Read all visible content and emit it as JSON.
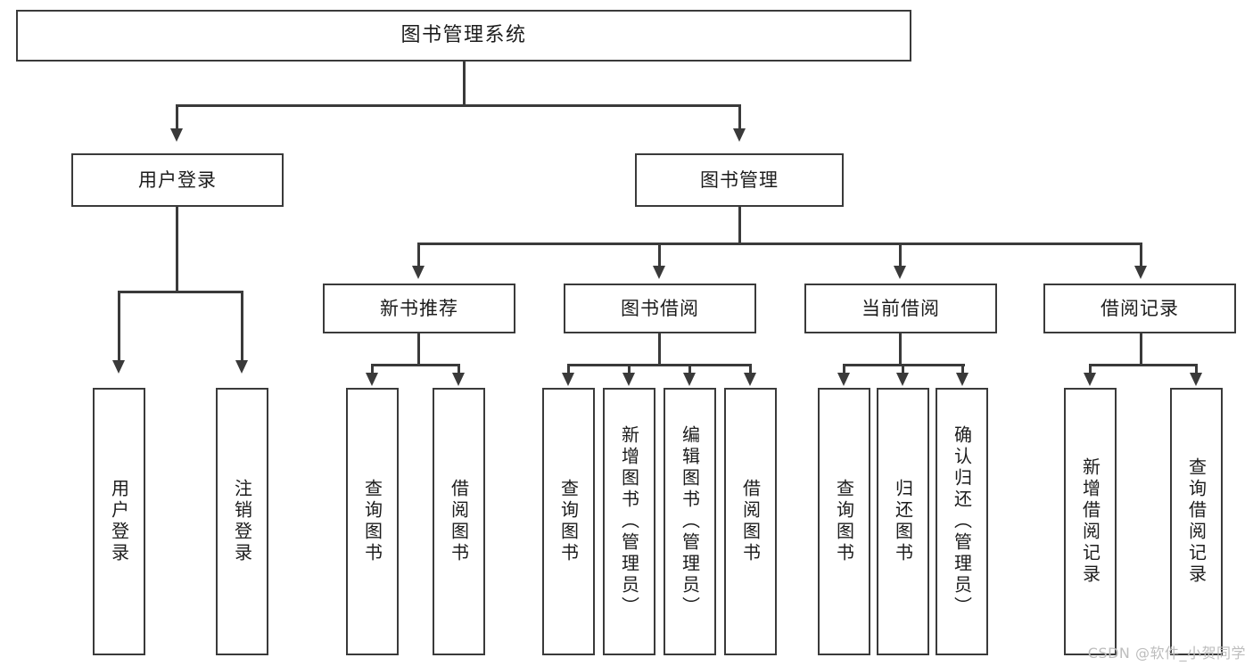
{
  "diagram": {
    "title": "图书管理系统",
    "type": "tree",
    "root": {
      "label": "图书管理系统"
    },
    "level2": [
      {
        "label": "用户登录"
      },
      {
        "label": "图书管理"
      }
    ],
    "level3": [
      {
        "label": "新书推荐"
      },
      {
        "label": "图书借阅"
      },
      {
        "label": "当前借阅"
      },
      {
        "label": "借阅记录"
      }
    ],
    "leaves": {
      "user_login": [
        {
          "label": "用户登录"
        },
        {
          "label": "注销登录"
        }
      ],
      "new_book_recommend": [
        {
          "label": "查询图书"
        },
        {
          "label": "借阅图书"
        }
      ],
      "book_borrow": [
        {
          "label": "查询图书"
        },
        {
          "label": "新增图书（管理员）"
        },
        {
          "label": "编辑图书（管理员）"
        },
        {
          "label": "借阅图书"
        }
      ],
      "current_borrow": [
        {
          "label": "查询图书"
        },
        {
          "label": "归还图书"
        },
        {
          "label": "确认归还（管理员）"
        }
      ],
      "borrow_record": [
        {
          "label": "新增借阅记录"
        },
        {
          "label": "查询借阅记录"
        }
      ]
    }
  },
  "watermark": {
    "text": "CSDN @软件_小贺同学"
  },
  "colors": {
    "stroke": "#3a3a3a",
    "text": "#1c1c1c",
    "background": "#ffffff",
    "watermark": "#bdbdbd"
  }
}
